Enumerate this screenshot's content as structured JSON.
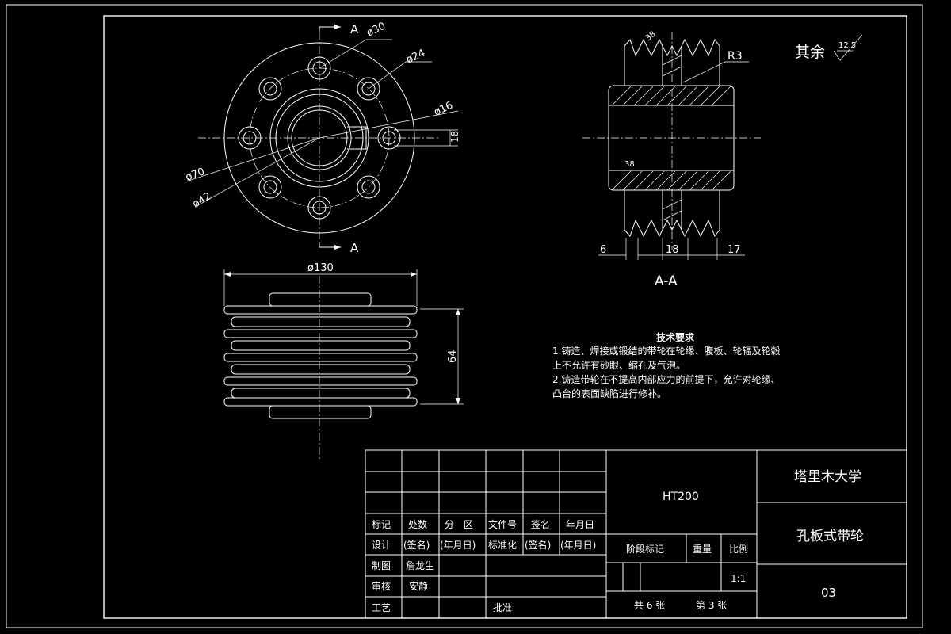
{
  "section_marks": {
    "top": "A",
    "bottom": "A",
    "section_title": "A-A"
  },
  "front_view": {
    "dims": {
      "d30": "ø30",
      "d24": "ø24",
      "d16": "ø16",
      "d18": "18",
      "d70": "ø70",
      "d42": "ø42"
    }
  },
  "section_view": {
    "dims": {
      "a38": "38",
      "r3": "R3",
      "s38": "38",
      "w6": "6",
      "w18": "18",
      "w17": "17"
    }
  },
  "side_view": {
    "dims": {
      "d130": "ø130",
      "h64": "64"
    }
  },
  "roughness": {
    "label": "其余",
    "value": "12.5"
  },
  "tech_requirements": {
    "title": "技术要求",
    "lines": [
      "1.铸造、焊接或锻结的带轮在轮缘、腹板、轮辐及轮毂",
      "上不允许有砂眼、缩孔及气泡。",
      "2.铸造带轮在不提高内部应力的前提下，允许对轮缘、",
      "凸台的表面缺陷进行修补。"
    ]
  },
  "title_block": {
    "header_row": [
      "标记",
      "处数",
      "分　区",
      "文件号",
      "签名",
      "年月日"
    ],
    "design_row": [
      "设计",
      "(签名)",
      "(年月日)",
      "标准化",
      "(签名)",
      "(年月日)"
    ],
    "draw_label": "制图",
    "draw_name": "詹龙生",
    "check_label": "审核",
    "check_name": "安静",
    "process_label": "工艺",
    "approve_label": "批准",
    "material": "HT200",
    "stage_label": "阶段标记",
    "weight_label": "重量",
    "scale_label": "比例",
    "scale_value": "1:1",
    "sheets_total": "共 6 张",
    "sheet_no": "第 3 张",
    "school": "塔里木大学",
    "part_name": "孔板式带轮",
    "drawing_no": "03"
  }
}
